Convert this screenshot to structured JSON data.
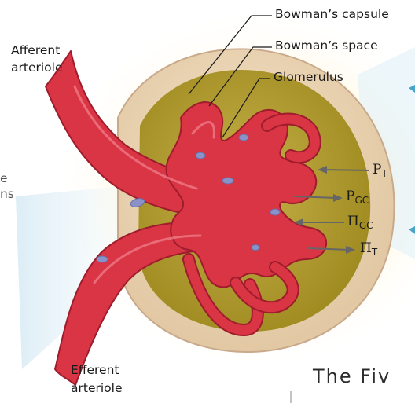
{
  "labels": {
    "bowmans_capsule": "Bowman’s capsule",
    "bowmans_space": "Bowman’s space",
    "glomerulus": "Glomerulus",
    "afferent_line1": "Afferent",
    "afferent_line2": "arteriole",
    "efferent_line1": "Efferent",
    "efferent_line2": "arteriole"
  },
  "forces": [
    {
      "symbol": "P",
      "subscript": "T"
    },
    {
      "symbol": "P",
      "subscript": "GC"
    },
    {
      "symbol": "Π",
      "subscript": "GC"
    },
    {
      "symbol": "Π",
      "subscript": "T"
    }
  ],
  "partial_text": {
    "left_line1": "e",
    "left_line2": "ns",
    "bottom_heading": "The Fiv"
  },
  "colors": {
    "capsule_tan": "#e9d3b4",
    "bowman_space_olive": "#b3a02a",
    "vessel_red": "#d93545",
    "vessel_dark": "#9e1c2c",
    "vessel_highlight": "#ef7a86",
    "nucleus_blue": "#8a92c7",
    "background_glow": "#fde9a8",
    "shadow_blue": "#cfe6f2"
  }
}
